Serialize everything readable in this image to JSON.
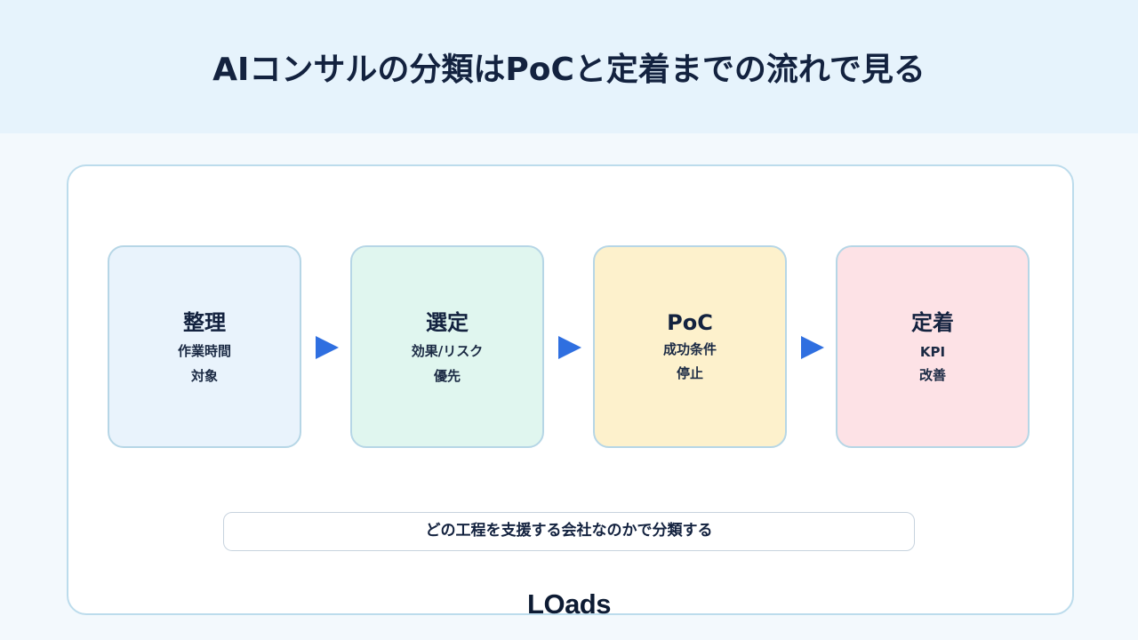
{
  "title": "AIコンサルの分類はPoCと定着までの流れで見る",
  "steps": [
    {
      "title": "整理",
      "lines": [
        "作業時間",
        "対象"
      ],
      "color": "#e9f3fc"
    },
    {
      "title": "選定",
      "lines": [
        "効果/リスク",
        "優先"
      ],
      "color": "#e0f6ef"
    },
    {
      "title": "PoC",
      "lines": [
        "成功条件",
        "停止"
      ],
      "color": "#fdf1cc"
    },
    {
      "title": "定着",
      "lines": [
        "KPI",
        "改善"
      ],
      "color": "#fde2e6"
    }
  ],
  "caption": "どの工程を支援する会社なのかで分類する",
  "logo": "LOads",
  "colors": {
    "arrow": "#2f6fe0",
    "header_background": "#e6f3fc",
    "border": "#bcdcec"
  }
}
